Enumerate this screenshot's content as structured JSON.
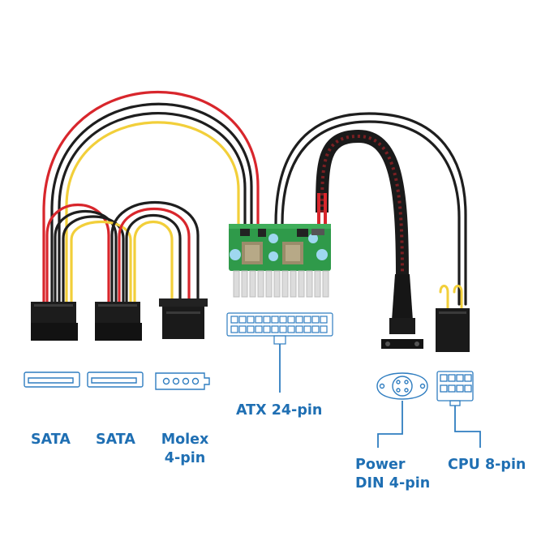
{
  "labels": {
    "sata_1": "SATA",
    "sata_2": "SATA",
    "molex_line1": "Molex",
    "molex_line2": "4-pin",
    "atx": "ATX 24-pin",
    "power_line1": "Power",
    "power_line2": "DIN 4-pin",
    "cpu": "CPU 8-pin"
  },
  "colors": {
    "label_blue": "#1f6fb3",
    "icon_blue": "#2f7dc0",
    "wire_red": "#d8262c",
    "wire_black": "#1e1e1e",
    "wire_yellow": "#f2cf3a",
    "pcb_green": "#2f9a4a"
  }
}
